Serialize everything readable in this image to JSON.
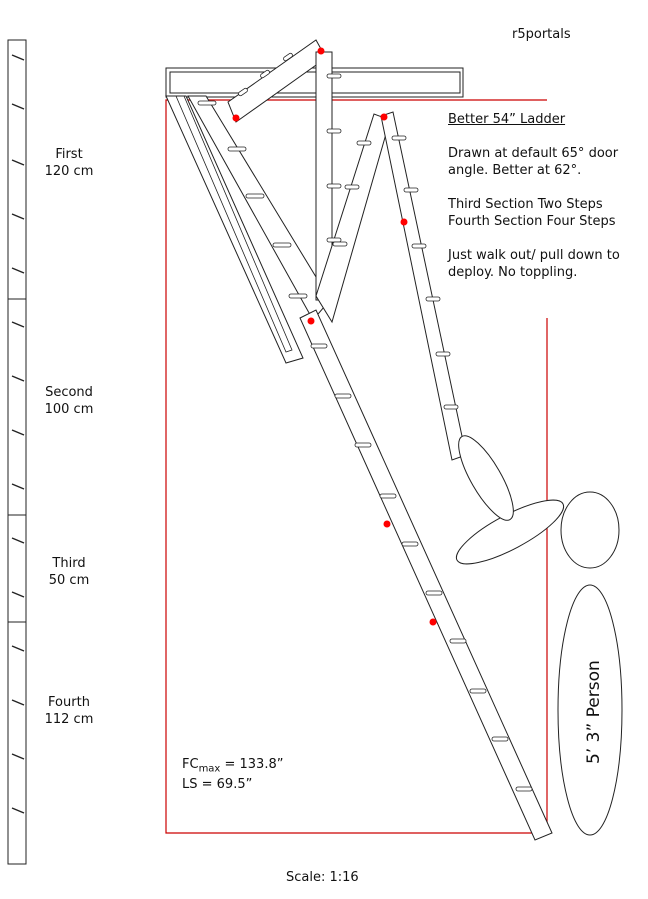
{
  "brand": "r5portals",
  "title": "Better 54” Ladder",
  "notes": {
    "line1": "Drawn at default 65° door",
    "line2": "angle. Better at 62°.",
    "line3": "Third Section Two Steps",
    "line4": "Fourth Section Four Steps",
    "line5": "Just walk out/ pull down to",
    "line6": "deploy. No toppling."
  },
  "sections": [
    {
      "name": "First",
      "length": "120 cm"
    },
    {
      "name": "Second",
      "length": "100 cm"
    },
    {
      "name": "Third",
      "length": "50 cm"
    },
    {
      "name": "Fourth",
      "length": "112 cm"
    }
  ],
  "measurements": {
    "fc_prefix": "FC",
    "fc_sub": "max",
    "fc_value": " = 133.8”",
    "ls": "LS = 69.5”"
  },
  "person_label": "5’ 3” Person",
  "scale": "Scale: 1:16",
  "colors": {
    "outline": "#cc0000",
    "hinge": "#ff0000",
    "line": "#222222"
  }
}
